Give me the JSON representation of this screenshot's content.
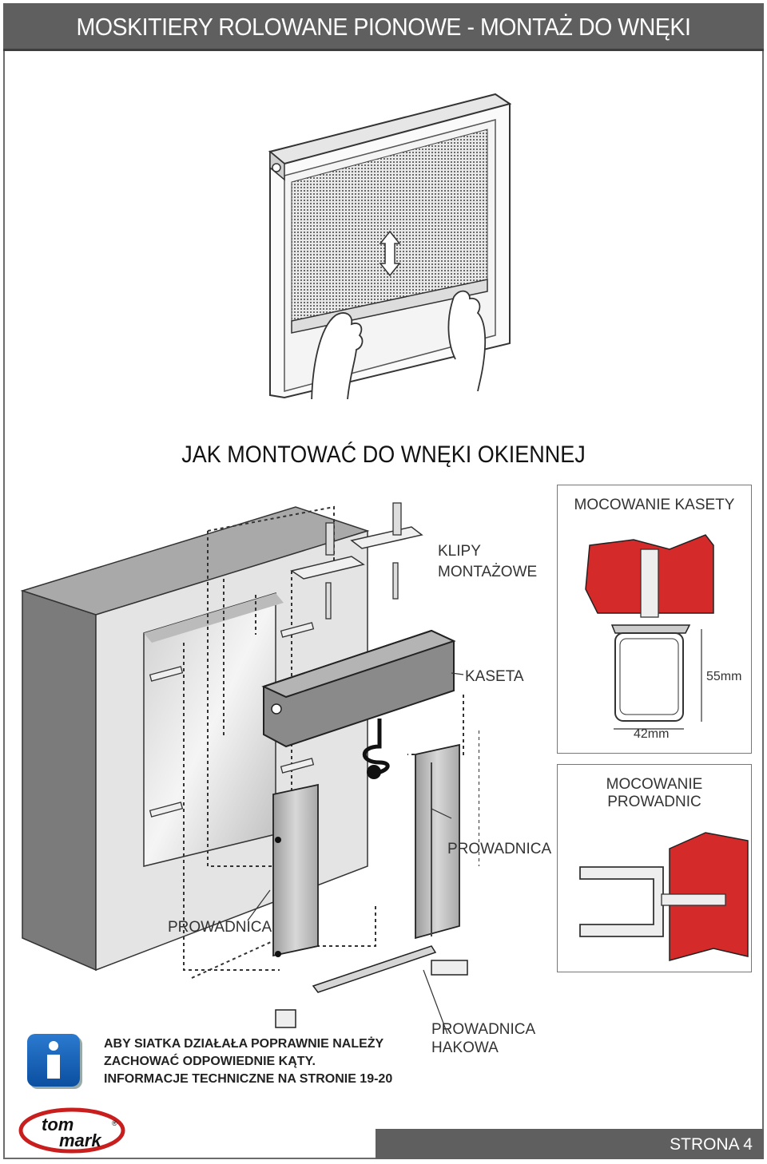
{
  "header": {
    "title": "MOSKITIERY ROLOWANE PIONOWE - MONTAŻ DO WNĘKI"
  },
  "section": {
    "title": "JAK MONTOWAĆ DO WNĘKI OKIENNEJ"
  },
  "labels": {
    "klipy_line1": "KLIPY",
    "klipy_line2": "MONTAŻOWE",
    "kaseta": "KASETA",
    "prowadnica_right": "PROWADNICA",
    "prowadnica_left": "PROWADNICA",
    "prowadnica_hakowa_line1": "PROWADNICA",
    "prowadnica_hakowa_line2": "HAKOWA"
  },
  "panel_kaseta": {
    "title": "MOCOWANIE KASETY",
    "height_dim": "55mm",
    "width_dim": "42mm"
  },
  "panel_prowadnic": {
    "title": "MOCOWANIE PROWADNIC"
  },
  "info": {
    "icon": "info-icon",
    "line1": "ABY SIATKA  DZIAŁAŁA POPRAWNIE NALEŻY",
    "line2": "ZACHOWAĆ  ODPOWIEDNIE KĄTY.",
    "line3": "INFORMACJE TECHNICZNE NA STRONIE 19-20"
  },
  "logo": {
    "line1": "tom",
    "line2": "mark",
    "reg": "®"
  },
  "footer": {
    "page": "STRONA 4"
  },
  "colors": {
    "header_bg": "#5f5f5f",
    "wall_red": "#d42a2a",
    "info_blue": "#1565c0"
  }
}
